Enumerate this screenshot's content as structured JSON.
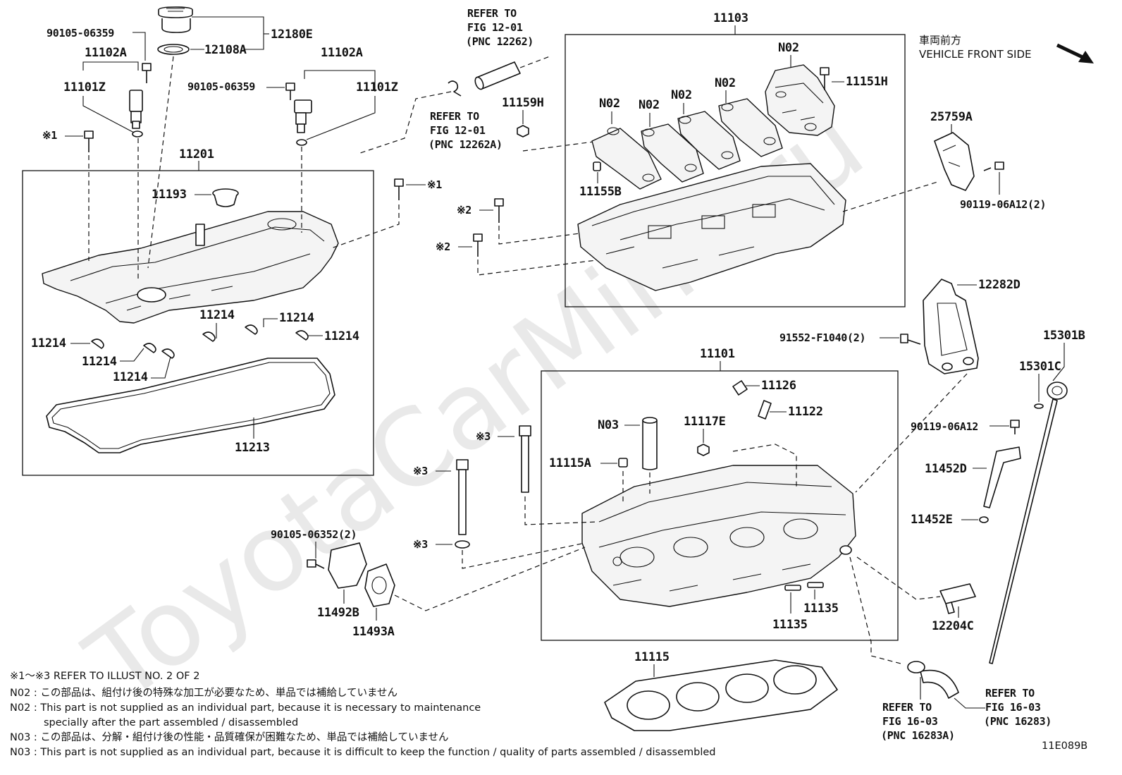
{
  "watermark": "ToyotaCarMine.ru",
  "vehicle_front": {
    "ja": "車両前方",
    "en": "VEHICLE FRONT SIDE"
  },
  "refer_boxes": {
    "fig12_01_top": [
      "REFER TO",
      "FIG 12-01",
      "(PNC 12262)"
    ],
    "fig12_01_mid": [
      "REFER TO",
      "FIG 12-01",
      "(PNC 12262A)"
    ],
    "fig16_03_left": [
      "REFER TO",
      "FIG 16-03",
      "(PNC 16283A)"
    ],
    "fig16_03_right": [
      "REFER TO",
      "FIG 16-03",
      "(PNC 16283)"
    ]
  },
  "callouts": {
    "p90105_06359_a": "90105-06359",
    "p11102A_a": "11102A",
    "p11101Z_a": "11101Z",
    "p12180E": "12180E",
    "p12108A": "12108A",
    "p11102A_b": "11102A",
    "p90105_06359_b": "90105-06359",
    "p11101Z_b": "11101Z",
    "ref1_a": "※1",
    "p11201": "11201",
    "p11193": "11193",
    "ref1_b": "※1",
    "p11214_a": "11214",
    "p11214_b": "11214",
    "p11214_c": "11214",
    "p11214_d": "11214",
    "p11214_e": "11214",
    "p11214_f": "11214",
    "p11213": "11213",
    "p11159H": "11159H",
    "ref2_a": "※2",
    "ref2_b": "※2",
    "p11103": "11103",
    "n02_a": "N02",
    "n02_b": "N02",
    "n02_c": "N02",
    "n02_d": "N02",
    "n02_e": "N02",
    "p11151H": "11151H",
    "p11155B": "11155B",
    "p25759A": "25759A",
    "p90119_06A12_2": "90119-06A12(2)",
    "p12282D": "12282D",
    "p91552_F1040_2": "91552-F1040(2)",
    "p11101": "11101",
    "p11126": "11126",
    "p11122": "11122",
    "n03": "N03",
    "p11117E": "11117E",
    "p11115A": "11115A",
    "ref3_a": "※3",
    "ref3_b": "※3",
    "ref3_c": "※3",
    "p90105_06352_2": "90105-06352(2)",
    "p11492B": "11492B",
    "p11493A": "11493A",
    "p11135_a": "11135",
    "p11135_b": "11135",
    "p11115": "11115",
    "p15301B": "15301B",
    "p15301C": "15301C",
    "p90119_06A12": "90119-06A12",
    "p11452D": "11452D",
    "p11452E": "11452E",
    "p12204C": "12204C"
  },
  "notes": {
    "line1": "※1～※3  REFER TO ILLUST NO. 2 OF 2",
    "line2": "N02 : この部品は、組付け後の特殊な加工が必要なため、単品では補給していません",
    "line3": "N02 : This part is not supplied as an individual part, because it is necessary to maintenance",
    "line4": "specially after the part assembled / disassembled",
    "line5": "N03 : この部品は、分解・組付け後の性能・品質確保が困難なため、単品では補給していません",
    "line6": "N03 : This part is not supplied as an individual part, because it is difficult to keep the function / quality of parts  assembled / disassembled"
  },
  "illustration_id": "11E089B"
}
